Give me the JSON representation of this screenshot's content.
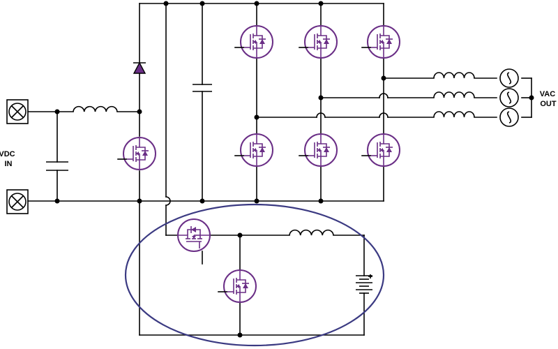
{
  "labels": {
    "vdc_line1": "VDC",
    "vdc_line2": "IN",
    "vac_line1": "VAC",
    "vac_line2": "OUT"
  },
  "colors": {
    "component_accent": "#6a2e86",
    "highlight_ellipse": "#3b3a82",
    "wire": "#000000"
  },
  "components": {
    "mosfets": 9,
    "inductors": 5,
    "capacitors": 2,
    "diodes": 1,
    "ac_sources": 3,
    "dc_terminals": 2,
    "batteries": 1
  }
}
